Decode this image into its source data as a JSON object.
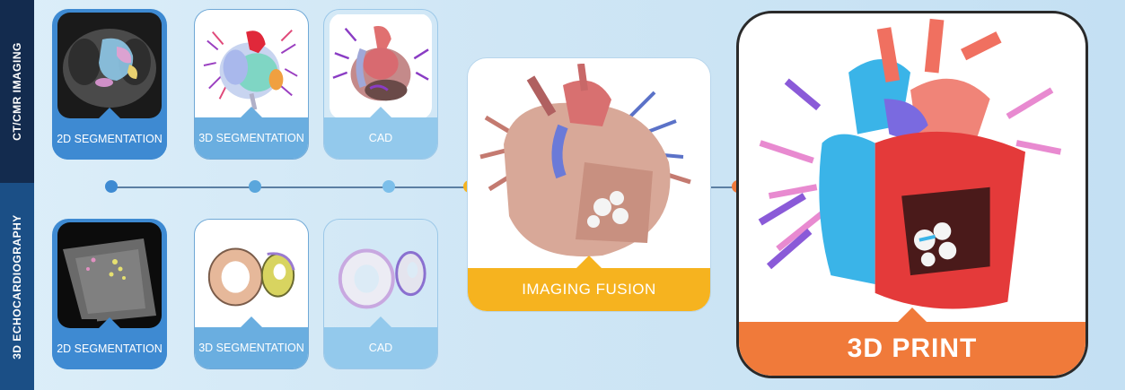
{
  "rows": {
    "top_label": "CT/CMR IMAGING",
    "bottom_label": "3D ECHOCARDIOGRAPHY"
  },
  "top_row": [
    {
      "label": "2D SEGMENTATION"
    },
    {
      "label": "3D SEGMENTATION"
    },
    {
      "label": "CAD"
    }
  ],
  "bottom_row": [
    {
      "label": "2D SEGMENTATION"
    },
    {
      "label": "3D SEGMENTATION"
    },
    {
      "label": "CAD"
    }
  ],
  "fusion": {
    "label": "IMAGING FUSION"
  },
  "print": {
    "label": "3D PRINT"
  },
  "colors": {
    "dark_navy": "#132b4e",
    "navy": "#1b4f86",
    "blue": "#3e8ad2",
    "light_blue": "#93c9ec",
    "fusion_yellow": "#f6b31f",
    "print_orange": "#f07a3a"
  }
}
